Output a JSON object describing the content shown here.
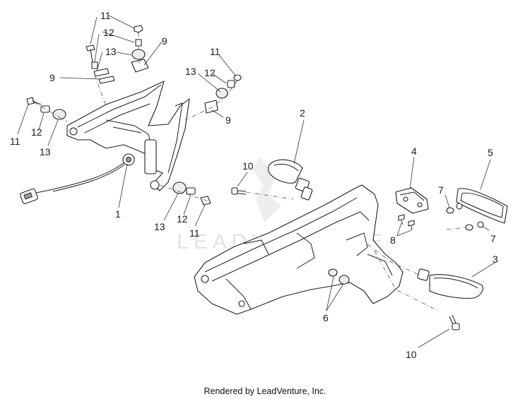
{
  "callouts": {
    "c1": "1",
    "c2": "2",
    "c3": "3",
    "c4": "4",
    "c5": "5",
    "c6": "6",
    "c7a": "7",
    "c7b": "7",
    "c8": "8",
    "c9a": "9",
    "c9b": "9",
    "c9c": "9",
    "c10a": "10",
    "c10b": "10",
    "c11a": "11",
    "c11b": "11",
    "c11c": "11",
    "c11d": "11",
    "c12a": "12",
    "c12b": "12",
    "c12c": "12",
    "c12d": "12",
    "c13a": "13",
    "c13b": "13",
    "c13c": "13",
    "c13d": "13"
  },
  "watermark": "LEADVENTURE",
  "footer": "Rendered by LeadVenture, Inc."
}
